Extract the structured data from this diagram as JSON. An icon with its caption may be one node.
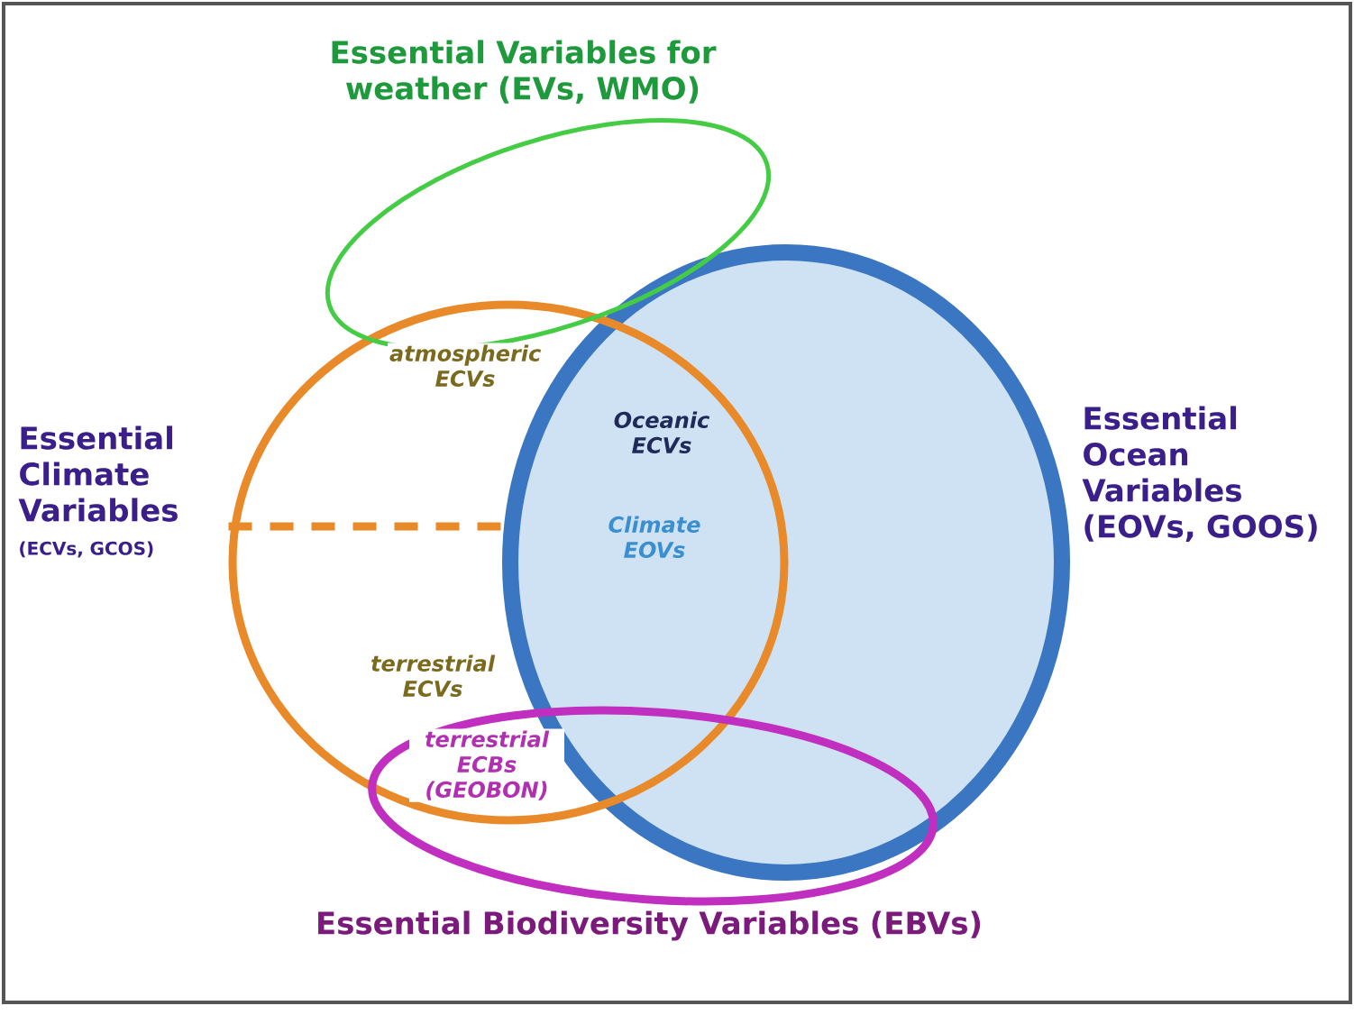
{
  "diagram": {
    "nodes": [
      {
        "text": [
          "Essential Variables for weather (EVs, WMO)"
        ]
      },
      {
        "text": [
          "Essential Climate Variables",
          "(ECVs, GCOS)"
        ]
      },
      {
        "text": [
          "Essential Ocean Variables (EOVs, GOOS)"
        ]
      },
      {
        "text": [
          "Essential Biodiversity Variables (EBVs)"
        ]
      }
    ],
    "edges": [
      {
        "from": 1,
        "to": 2,
        "arrow": "none",
        "style": "dashed"
      }
    ],
    "labels": [
      "atmospheric ECVs",
      "Oceanic ECVs",
      "Climate EOVs",
      "terrestrial ECVs",
      "terrestrial ECBs (GEOBON)"
    ]
  }
}
